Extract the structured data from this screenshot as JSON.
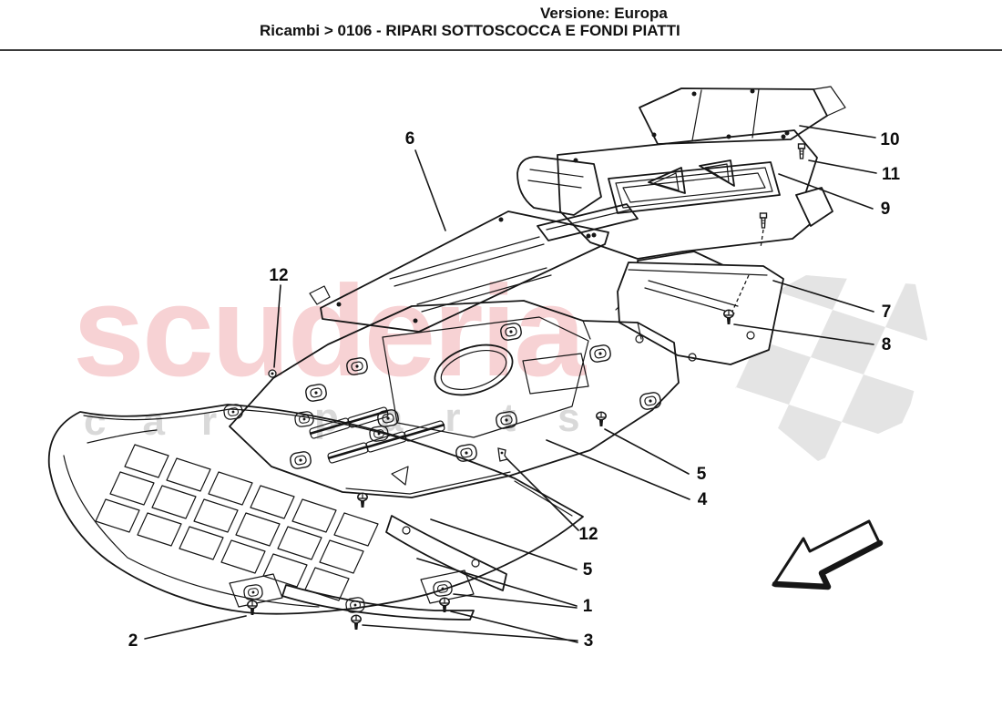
{
  "header": {
    "version": "Versione: Europa",
    "breadcrumb": "Ricambi > 0106 - RIPARI SOTTOSCOCCA E FONDI PIATTI"
  },
  "watermark": {
    "brand": "scuderia",
    "word1": "car",
    "word2": "parts",
    "brand_color": "#f7d2d4",
    "tagline_color": "#d9d9d9",
    "flag_color": "#e4e4e4",
    "line_color": "#161616"
  },
  "diagram": {
    "callouts": {
      "c1": "1",
      "c2": "2",
      "c3": "3",
      "c4": "4",
      "c5a": "5",
      "c5b": "5",
      "c6": "6",
      "c7": "7",
      "c8": "8",
      "c9": "9",
      "c10": "10",
      "c11": "11",
      "c12a": "12",
      "c12b": "12"
    }
  }
}
